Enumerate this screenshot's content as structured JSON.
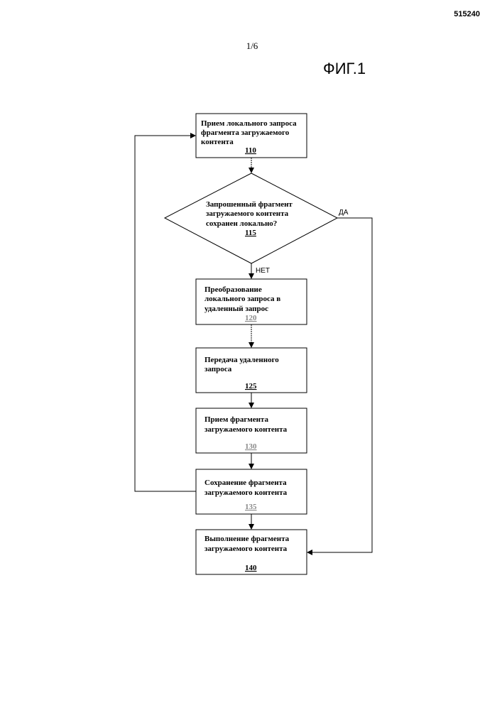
{
  "header": {
    "doc_number": "515240",
    "page": "1/6",
    "figure": "ФИГ.1"
  },
  "steps": [
    {
      "lines": [
        "Прием локального запроса",
        "фрагмента загружаемого",
        "контента"
      ],
      "ref": "110"
    },
    {
      "lines": [
        "Запрошенный фрагмент",
        "загружаемого контента",
        "сохранен локально?"
      ],
      "ref": "115"
    },
    {
      "lines": [
        "Преобразование",
        "локального запроса в",
        "удаленный запрос"
      ],
      "ref": "120"
    },
    {
      "lines": [
        "Передача удаленного",
        "запроса"
      ],
      "ref": "125"
    },
    {
      "lines": [
        "Прием фрагмента",
        "загружаемого контента"
      ],
      "ref": "130"
    },
    {
      "lines": [
        "Сохранение фрагмента",
        "загружаемого контента"
      ],
      "ref": "135"
    },
    {
      "lines": [
        "Выполнение фрагмента",
        "загружаемого контента"
      ],
      "ref": "140"
    }
  ],
  "branches": {
    "yes": "ДА",
    "no": "НЕТ"
  }
}
